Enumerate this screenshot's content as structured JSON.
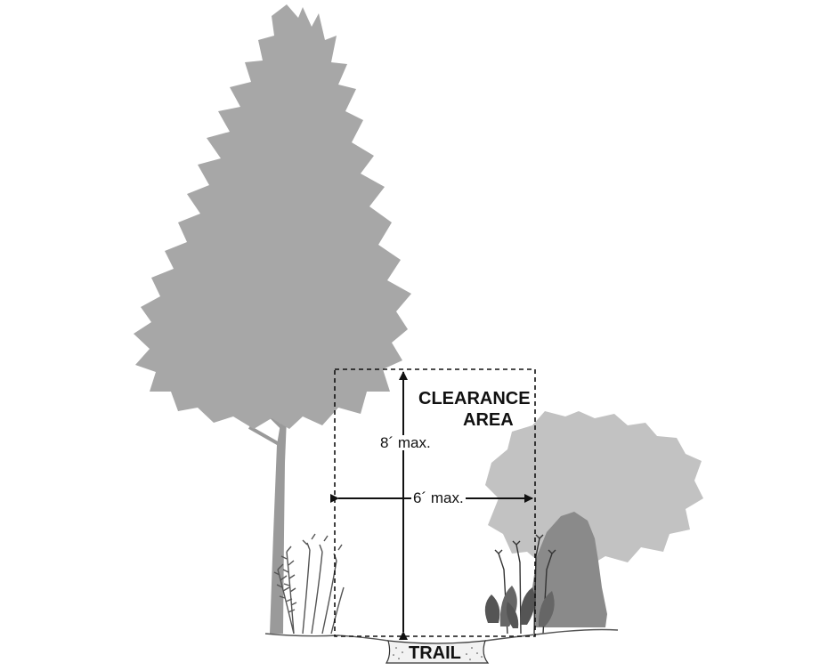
{
  "labels": {
    "clearance_line1": "CLEARANCE",
    "clearance_line2": "AREA",
    "height_max": "8´ max.",
    "width_max": "6´ max.",
    "trail": "TRAIL"
  },
  "colors": {
    "tree_foliage": "#a7a7a7",
    "shrub_light": "#c2c2c2",
    "shrub_dark": "#8a8a8a",
    "plants_dark": "#555555",
    "lines": "#111111"
  },
  "icons": {
    "tall_tree": "tree-icon",
    "round_shrub": "shrub-icon",
    "conical_shrub": "evergreen-shrub-icon",
    "ferns": "fern-icon",
    "leafy_plants": "plant-icon"
  }
}
